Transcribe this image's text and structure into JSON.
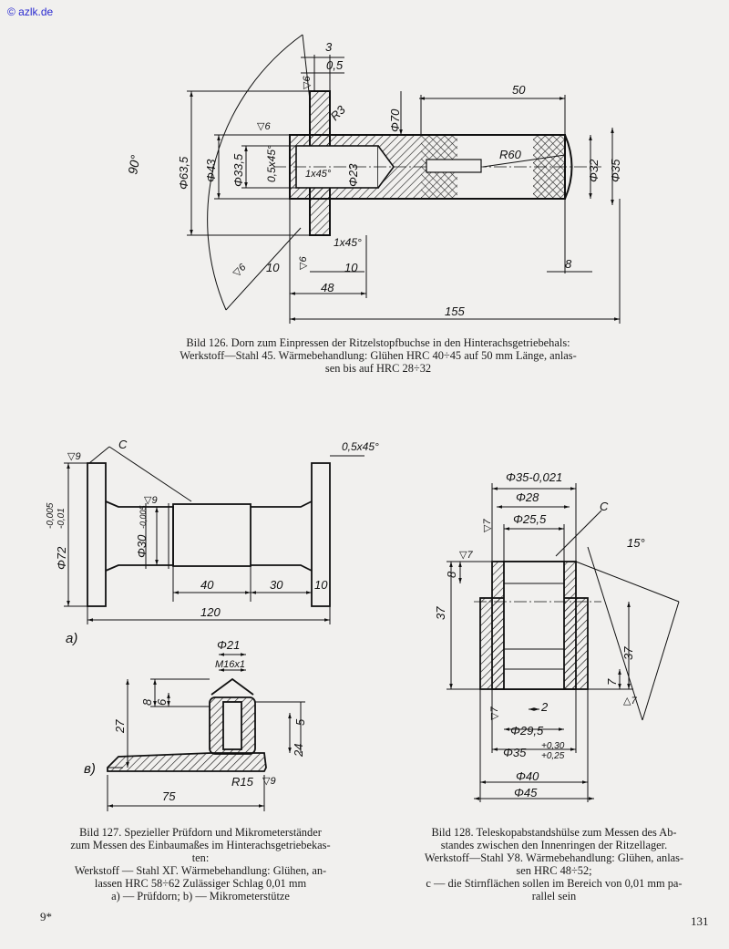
{
  "watermark": "© azlk.de",
  "fig126": {
    "caption": [
      "Bild 126. Dorn zum Einpressen der Ritzelstopfbuchse in den Hinterachsgetriebehals:",
      "Werkstoff—Stahl 45. Wärmebehandlung: Glühen HRC 40÷45 auf 50 mm Länge, anlas-",
      "sen bis auf HRC 28÷32"
    ],
    "dims": {
      "d3": "3",
      "d05": "0,5",
      "d50": "50",
      "r3": "R3",
      "d70": "Φ70",
      "r60": "R60",
      "d32": "Φ32",
      "d35": "Φ35",
      "d635": "Φ63,5",
      "d43": "Φ43",
      "d335": "Φ33,5",
      "c05": "0,5x45°",
      "c1a": "1x45°",
      "d23": "Φ23",
      "c1b": "1x45°",
      "d10a": "10",
      "d10b": "10",
      "d8": "8",
      "d48": "48",
      "d155": "155",
      "a90": "90°",
      "s6a": "▽6",
      "s6b": "▽6",
      "s6c": "▽6",
      "s6d": "▽6"
    }
  },
  "fig127": {
    "caption": [
      "Bild 127. Spezieller Prüfdorn und Mikrometerständer",
      "zum Messen des Einbaumaßes im Hinterachsgetriebekas-",
      "ten:",
      "Werkstoff — Stahl XГ. Wärmebehandlung: Glühen, an-",
      "lassen HRC 58÷62 Zulässiger Schlag 0,01 mm",
      "a) — Prüfdorn; b) — Mikrometerstütze"
    ],
    "label_a": "a)",
    "label_b": "в)",
    "dims": {
      "s9a": "▽9",
      "c": "C",
      "c05": "0,5x45°",
      "d72": "Φ72",
      "tol72a": "-0,005",
      "tol72b": "-0,01",
      "s9b": "▽9",
      "d30": "Φ30",
      "tol30": "-0,005",
      "d40": "40",
      "d30b": "30",
      "d10": "10",
      "d120": "120",
      "d21": "Φ21",
      "m16": "M16x1",
      "d8": "8",
      "d6": "6",
      "d27": "27",
      "d5": "5",
      "d24": "24",
      "r15": "R15",
      "s9c": "▽9",
      "d75": "75"
    }
  },
  "fig128": {
    "caption": [
      "Bild 128. Teleskopabstandshülse zum Messen des Ab-",
      "standes zwischen den Innenringen der Ritzellager.",
      "Werkstoff—Stahl У8. Wärmebehandlung: Glühen, anlas-",
      "sen HRC 48÷52;",
      "c — die Stirnflächen sollen im Bereich von 0,01 mm pa-",
      "rallel sein"
    ],
    "dims": {
      "d35": "Φ35-0,021",
      "d28": "Φ28",
      "c": "C",
      "d255": "Φ25,5",
      "a15": "15°",
      "s7a": "▽7",
      "s7b": "▽7",
      "d8": "8",
      "d37a": "37",
      "d37b": "37",
      "d7": "7",
      "s7c": "△7",
      "s7d": "▽7",
      "d2": "2",
      "d295": "Φ29,5",
      "d35b": "Φ35",
      "tol35": "+0,30",
      "tol35b": "+0,25",
      "d40": "Φ40",
      "d45": "Φ45"
    }
  },
  "page": {
    "left": "9*",
    "right": "131"
  }
}
